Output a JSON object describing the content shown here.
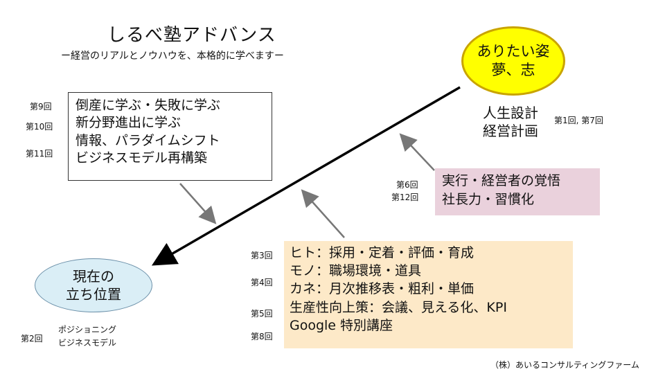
{
  "header": {
    "title": "しるべ塾アドバンス",
    "subtitle": "ー経営のリアルとノウハウを、本格的に学べますー"
  },
  "goal": {
    "line1": "ありたい姿",
    "line2": "夢、志"
  },
  "plan": {
    "line1": "人生設計",
    "line2": "経営計画",
    "sessions": "第1回, 第7回"
  },
  "current": {
    "line1": "現在の",
    "line2": "立ち位置",
    "session": "第2回",
    "note1": "ポジショニング",
    "note2": "ビジネスモデル"
  },
  "left_box": {
    "items": [
      "倒産に学ぶ・失敗に学ぶ",
      "新分野進出に学ぶ",
      "情報、パラダイムシフト",
      "ビジネスモデル再構築"
    ],
    "sessions": [
      "第9回",
      "第10回",
      "第11回"
    ]
  },
  "pink_box": {
    "items": [
      "実行・経営者の覚悟",
      "社長力・習慣化"
    ],
    "sessions": [
      "第6回",
      "第12回"
    ]
  },
  "peach_box": {
    "items": [
      "ヒト：採用・定着・評価・育成",
      "モノ：職場環境・道具",
      "カネ：月次推移表・粗利・単価",
      "生産性向上策：会議、見える化、KPI",
      "Google 特別講座"
    ],
    "sessions": [
      "第3回",
      "第4回",
      "第5回",
      "第8回"
    ]
  },
  "footer": {
    "credit": "（株）あいるコンサルティングファーム"
  },
  "colors": {
    "goal_fill": "#ffff00",
    "current_fill": "#daeef6",
    "pink": "#ead1dc",
    "peach": "#fde9c8"
  }
}
